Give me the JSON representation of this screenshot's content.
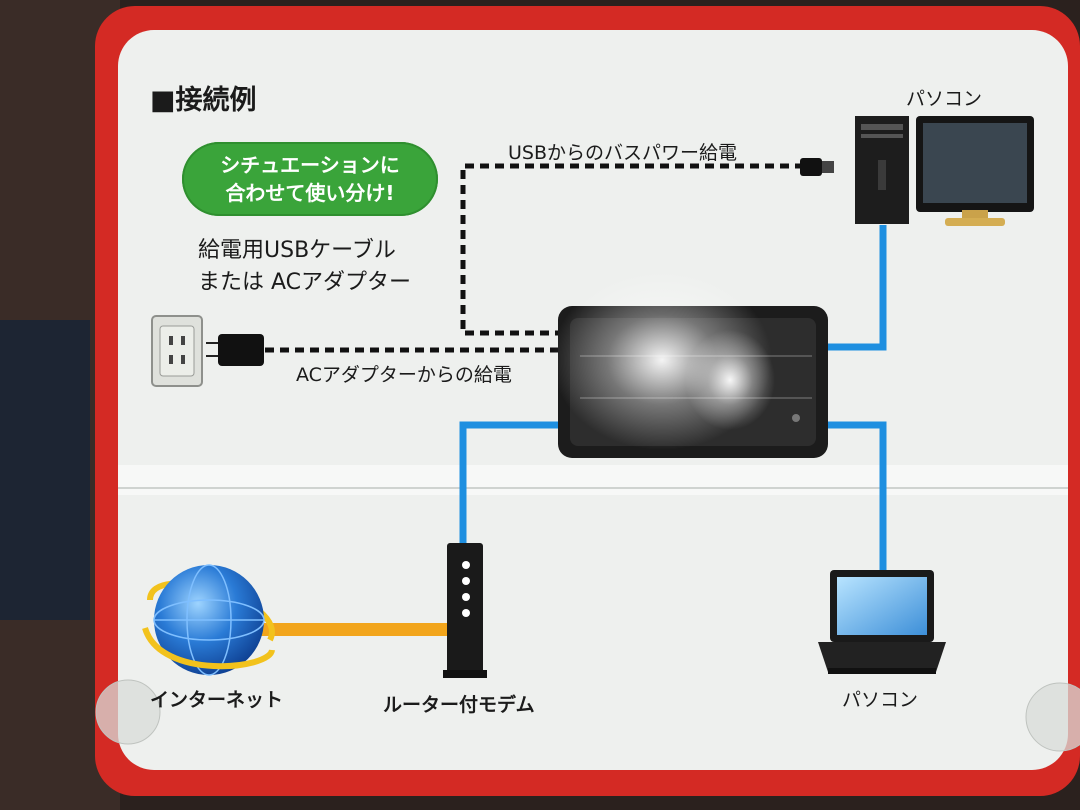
{
  "section_title": "■接続例",
  "badge": {
    "line1": "シチュエーションに",
    "line2": "合わせて使い分け!"
  },
  "power_note": {
    "line1": "給電用USBケーブル",
    "line2": "または ACアダプター"
  },
  "usb_power_label": "USBからのバスパワー給電",
  "ac_power_label": "ACアダプターからの給電",
  "nodes": {
    "desktop_pc": "パソコン",
    "laptop_pc": "パソコン",
    "internet": "インターネット",
    "router": "ルーター付モデム"
  },
  "colors": {
    "frame": "#d42a24",
    "panel": "#eef0ee",
    "lan_cable": "#1e8fe0",
    "wan_cable": "#f2a51c",
    "badge": "#3aa43a"
  }
}
